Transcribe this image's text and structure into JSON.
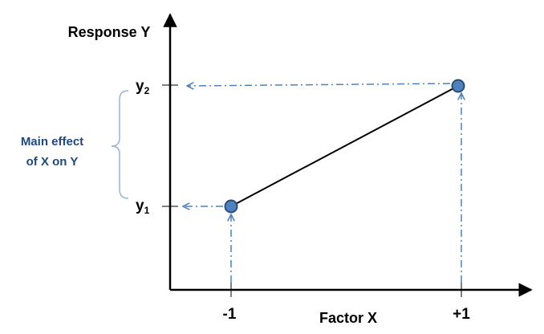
{
  "chart_data": {
    "type": "line",
    "ylabel": "Response Y",
    "xlabel": "Factor X",
    "x_ticks": [
      "-1",
      "+1"
    ],
    "y_ticks": [
      {
        "base": "y",
        "sub": "1"
      },
      {
        "base": "y",
        "sub": "2"
      }
    ],
    "points": [
      {
        "x": -1,
        "y": "y1"
      },
      {
        "x": 1,
        "y": "y2"
      }
    ],
    "annotation": {
      "line1": "Main effect",
      "line2": "of X on Y"
    },
    "colors": {
      "axis": "#000000",
      "line": "#000000",
      "point_fill": "#4f81bd",
      "point_stroke": "#2c4d75",
      "guide": "#4f81bd",
      "brace": "#95b3d7",
      "annotation_text": "#1f497d"
    }
  }
}
